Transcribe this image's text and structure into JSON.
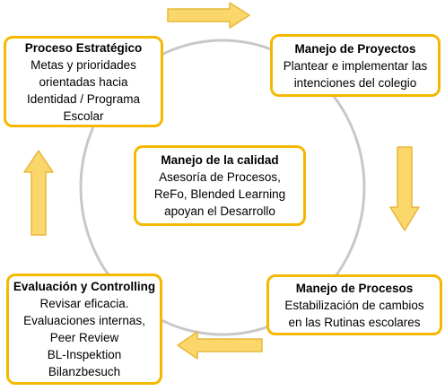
{
  "colors": {
    "accent": "#f5b800",
    "arrow_fill": "#fbd66a",
    "arrow_stroke": "#e6b83a",
    "ring": "#c8c8c8"
  },
  "boxes": {
    "top_left": {
      "title": "Proceso Estratégico",
      "lines": [
        "Metas y prioridades",
        "orientadas hacia",
        "Identidad / Programa",
        "Escolar"
      ]
    },
    "top_right": {
      "title": "Manejo de Proyectos",
      "lines": [
        "Plantear e implementar las",
        "intenciones del colegio"
      ]
    },
    "center": {
      "title": "Manejo de la calidad",
      "lines": [
        "Asesoría de Procesos,",
        "ReFo, Blended Learning",
        "apoyan el Desarrollo"
      ]
    },
    "bottom_left": {
      "title": "Evaluación y Controlling",
      "lines": [
        "Revisar eficacia.",
        "Evaluaciones internas,",
        "Peer Review",
        "BL-Inspektion",
        "Bilanzbesuch"
      ]
    },
    "bottom_right": {
      "title": "Manejo de Procesos",
      "lines": [
        "Estabilización de cambios",
        "en las Rutinas escolares"
      ]
    }
  },
  "arrows": [
    {
      "direction": "right"
    },
    {
      "direction": "down"
    },
    {
      "direction": "left"
    },
    {
      "direction": "up"
    }
  ]
}
